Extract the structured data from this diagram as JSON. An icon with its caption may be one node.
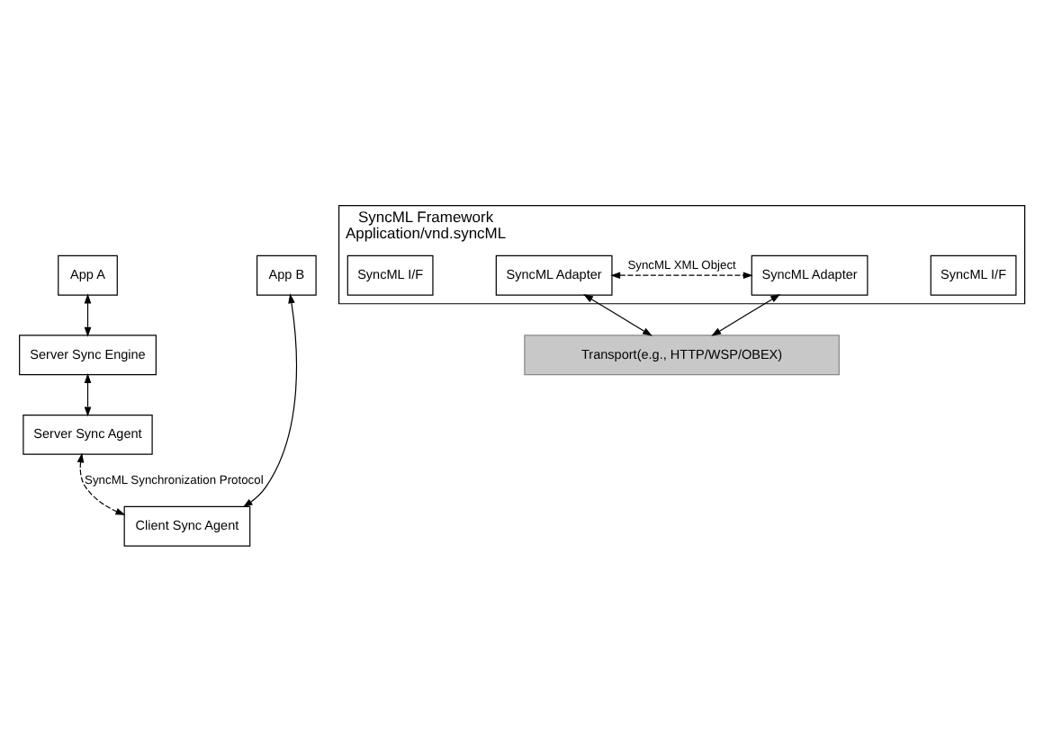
{
  "diagram": {
    "nodes": [
      {
        "text": [
          "App A"
        ]
      },
      {
        "text": [
          "Server Sync Engine"
        ]
      },
      {
        "text": [
          "Server Sync Agent"
        ]
      },
      {
        "text": [
          "SyncML Framework",
          "Application/vnd.syncML"
        ]
      },
      {
        "text": [
          "SyncML I/F"
        ],
        "in": 3
      },
      {
        "text": [
          "SyncML Adapter"
        ],
        "in": 3
      },
      {
        "text": [
          "SyncML Adapter"
        ],
        "in": 3
      },
      {
        "text": [
          "SyncML I/F"
        ],
        "in": 3
      },
      {
        "text": [
          "App B"
        ]
      },
      {
        "text": [
          "Client Sync Agent"
        ]
      },
      {
        "text": [
          "Transport(e.g., HTTP/WSP/OBEX)"
        ]
      }
    ],
    "edges": [
      {
        "from": 0,
        "to": 1,
        "arrow": "both"
      },
      {
        "from": 1,
        "to": 2,
        "arrow": "both"
      },
      {
        "from": 5,
        "to": 6,
        "arrow": "both",
        "style": "dashed",
        "label": "SyncML XML Object"
      },
      {
        "from": 5,
        "to": 10,
        "arrow": "both"
      },
      {
        "from": 6,
        "to": 10,
        "arrow": "both"
      },
      {
        "from": 8,
        "to": 9,
        "arrow": "both"
      },
      {
        "from": 2,
        "to": 9,
        "arrow": "both",
        "style": "dashed",
        "label": "SyncML Synchronization Protocol"
      }
    ]
  }
}
